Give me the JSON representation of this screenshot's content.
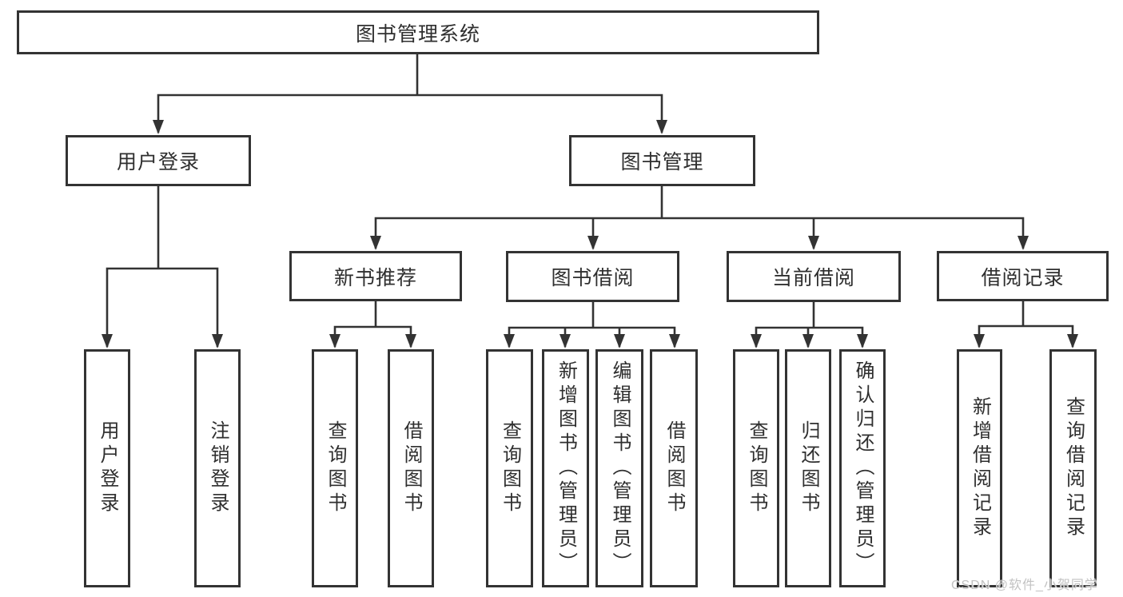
{
  "tree": {
    "label": "图书管理系统",
    "children": [
      {
        "label": "用户登录",
        "children": [
          {
            "label": "用户登录"
          },
          {
            "label": "注销登录"
          }
        ]
      },
      {
        "label": "图书管理",
        "children": [
          {
            "label": "新书推荐",
            "children": [
              {
                "label": "查询图书"
              },
              {
                "label": "借阅图书"
              }
            ]
          },
          {
            "label": "图书借阅",
            "children": [
              {
                "label": "查询图书"
              },
              {
                "label": "新增图书（管理员）"
              },
              {
                "label": "编辑图书（管理员）"
              },
              {
                "label": "借阅图书"
              }
            ]
          },
          {
            "label": "当前借阅",
            "children": [
              {
                "label": "查询图书"
              },
              {
                "label": "归还图书"
              },
              {
                "label": "确认归还（管理员）"
              }
            ]
          },
          {
            "label": "借阅记录",
            "children": [
              {
                "label": "新增借阅记录"
              },
              {
                "label": "查询借阅记录"
              }
            ]
          }
        ]
      }
    ]
  },
  "watermark": {
    "text": "CSDN @软件_小贺同学"
  },
  "colors": {
    "line": "#333333",
    "text": "#2f2f2f",
    "watermark": "#c2c2c2",
    "background": "#ffffff"
  }
}
